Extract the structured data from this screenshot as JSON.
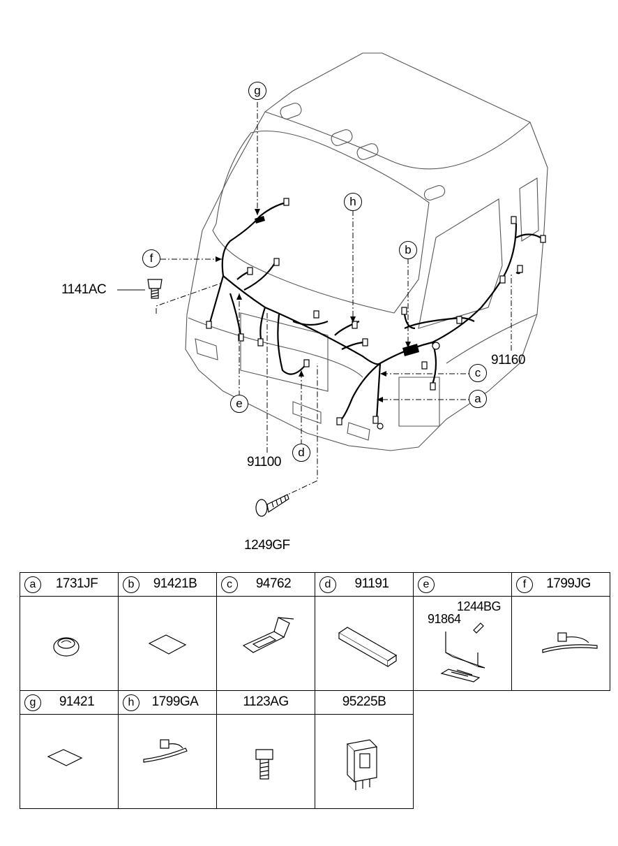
{
  "callouts": {
    "g": "g",
    "f": "f",
    "h": "h",
    "b": "b",
    "c": "c",
    "a": "a",
    "e": "e",
    "d": "d"
  },
  "labels": {
    "bolt_1141": "1141AC",
    "harness_91160": "91160",
    "harness_91100": "91100",
    "screw_1249": "1249GF"
  },
  "parts_table": [
    {
      "letter": "a",
      "part": "1731JF",
      "icon": "grommet-icon"
    },
    {
      "letter": "b",
      "part": "91421B",
      "icon": "pad-icon"
    },
    {
      "letter": "c",
      "part": "94762",
      "icon": "bracket-icon"
    },
    {
      "letter": "d",
      "part": "91191",
      "icon": "protector-icon"
    },
    {
      "letter": "e",
      "part": "",
      "icon": "bracket-assembly-icon",
      "sub_labels": [
        "1244BG",
        "91864"
      ]
    },
    {
      "letter": "f",
      "part": "1799JG",
      "icon": "cable-tie-icon"
    },
    {
      "letter": "g",
      "part": "91421",
      "icon": "pad-icon"
    },
    {
      "letter": "h",
      "part": "1799GA",
      "icon": "cable-tie-icon"
    },
    {
      "letter": "",
      "part": "1123AG",
      "icon": "bolt-icon"
    },
    {
      "letter": "",
      "part": "95225B",
      "icon": "relay-icon"
    }
  ]
}
